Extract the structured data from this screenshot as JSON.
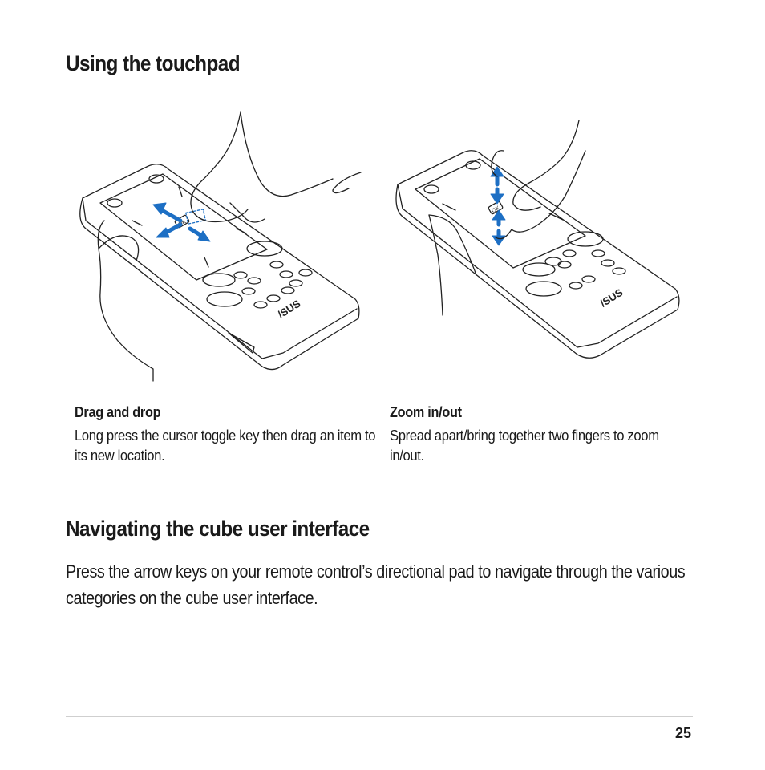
{
  "sections": {
    "touchpad_title": "Using the touchpad",
    "cube_title": "Navigating the cube user interface"
  },
  "captions": {
    "drag_title": "Drag and drop",
    "drag_text": "Long press the cursor toggle key then drag an item to its new location.",
    "zoom_title": "Zoom in/out",
    "zoom_text": "Spread apart/bring together two fingers to zoom in/out."
  },
  "cube_paragraph": "Press the arrow keys on your remote control’s directional pad to navigate through the various categories on the cube user interface.",
  "remote_labels": {
    "ok_key": "OK",
    "brand_logo": "/SUS"
  },
  "colors": {
    "arrow_blue": "#1d6fc4",
    "line": "#222222"
  },
  "footer": {
    "page_number": "25"
  }
}
